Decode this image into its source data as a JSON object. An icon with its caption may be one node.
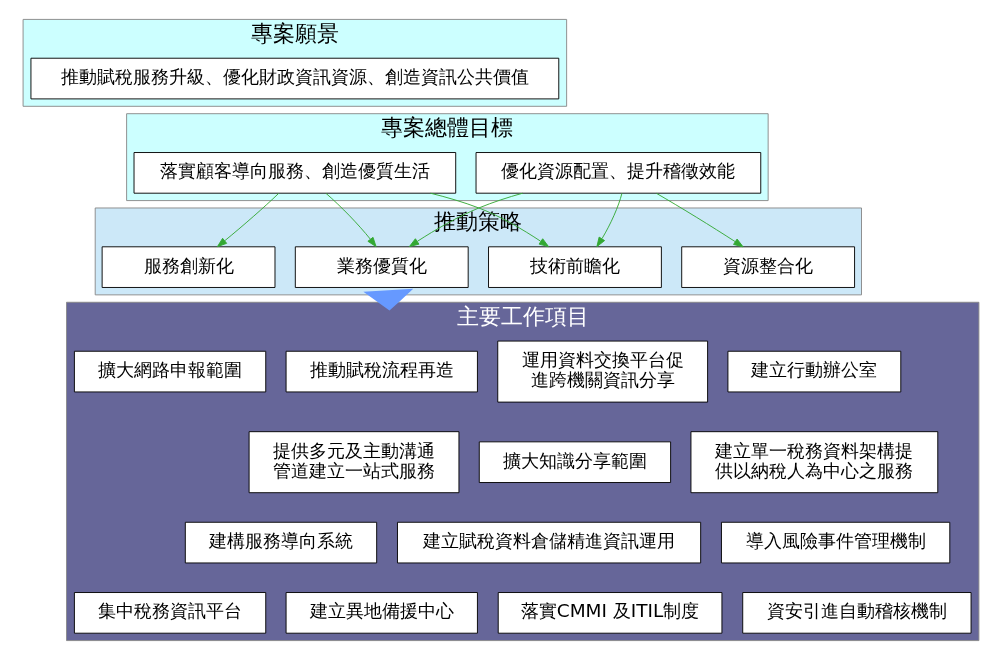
{
  "diagram": {
    "nodes": [
      {
        "text": [
          "專案願景"
        ]
      },
      {
        "text": [
          "推動賦稅服務升級、優化財政資訊資源、創造資訊公共價值"
        ],
        "in": 0
      },
      {
        "text": [
          "專案總體目標"
        ]
      },
      {
        "text": [
          "落實顧客導向服務、創造優質生活"
        ],
        "in": 2
      },
      {
        "text": [
          "優化資源配置、提升稽徵效能"
        ],
        "in": 2
      },
      {
        "text": [
          "推動策略"
        ]
      },
      {
        "text": [
          "業務優質化"
        ],
        "in": 5
      },
      {
        "text": [
          "服務創新化"
        ],
        "in": 5
      },
      {
        "text": [
          "技術前瞻化"
        ],
        "in": 5
      },
      {
        "text": [
          "資源整合化"
        ],
        "in": 5
      },
      {
        "text": [
          "主要工作項目"
        ]
      },
      {
        "text": [
          "推動賦稅流程再造"
        ],
        "in": 10
      },
      {
        "text": [
          "擴大網路申報範圍"
        ],
        "in": 10
      },
      {
        "text": [
          "運用資料交換平台促進跨機關資訊分享"
        ],
        "in": 10
      },
      {
        "text": [
          "建立行動辦公室"
        ],
        "in": 10
      },
      {
        "text": [
          "提供多元及主動溝通管道建立一站式服務"
        ],
        "in": 10
      },
      {
        "text": [
          "擴大知識分享範圍"
        ],
        "in": 10
      },
      {
        "text": [
          "建立單一稅務資料架構提供以納稅人為中心之服務"
        ],
        "in": 10
      },
      {
        "text": [
          "建構服務導向系統"
        ],
        "in": 10
      },
      {
        "text": [
          "建立賦稅資料倉儲精進資訊運用"
        ],
        "in": 10
      },
      {
        "text": [
          "導入風險事件管理機制"
        ],
        "in": 10
      },
      {
        "text": [
          "集中稅務資訊平台"
        ],
        "in": 10
      },
      {
        "text": [
          "建立異地備援中心"
        ],
        "in": 10
      },
      {
        "text": [
          "落實CMMI 及ITIL制度"
        ],
        "in": 10
      },
      {
        "text": [
          "資安引進自動稽核機制"
        ],
        "in": 10
      }
    ],
    "edges": [
      {
        "from": 3,
        "to": 6,
        "arrow": "to"
      },
      {
        "from": 3,
        "to": 7,
        "arrow": "to"
      },
      {
        "from": 3,
        "to": 8,
        "arrow": "to"
      },
      {
        "from": 4,
        "to": 6,
        "arrow": "to"
      },
      {
        "from": 4,
        "to": 8,
        "arrow": "to"
      },
      {
        "from": 4,
        "to": 9,
        "arrow": "to"
      },
      {
        "from": 5,
        "to": 10,
        "arrow": "to",
        "style": "thick",
        "color": "#6699ff"
      }
    ]
  }
}
